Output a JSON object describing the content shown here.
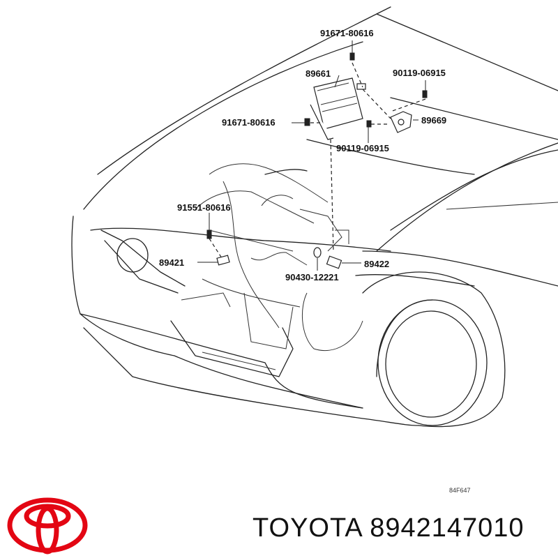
{
  "callouts": {
    "bolt_top": "91671-80616",
    "ecu": "89661",
    "bolt_right_top": "90119-06915",
    "bolt_left": "91671-80616",
    "bracket": "89669",
    "bolt_right_bottom": "90119-06915",
    "bolt_mid": "91551-80616",
    "sensor_left": "89421",
    "sensor_right": "89422",
    "gasket": "90430-12221"
  },
  "diagram_code": "84F647",
  "brand": {
    "name": "TOYOTA",
    "part_number": "8942147010",
    "logo_color": "#e30613"
  }
}
